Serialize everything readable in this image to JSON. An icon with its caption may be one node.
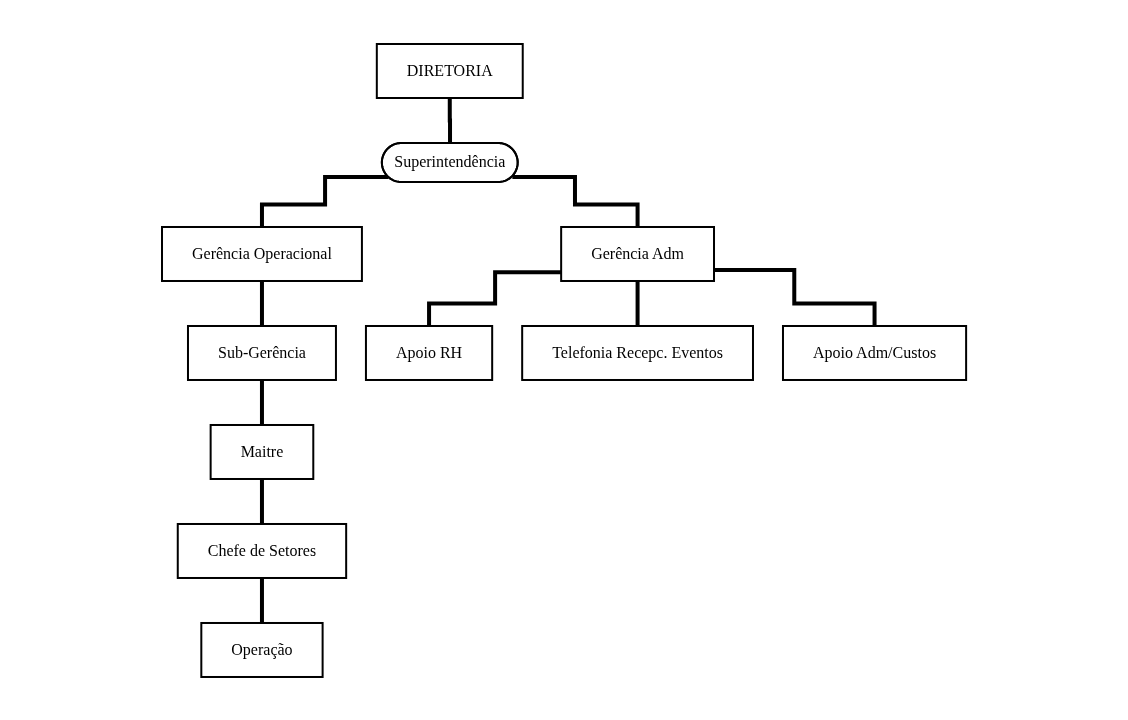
{
  "diagram": {
    "nodes": [
      {
        "text": [
          "DIRETORIA"
        ]
      },
      {
        "text": [
          "Superintendência"
        ]
      },
      {
        "text": [
          "Gerência Adm"
        ]
      },
      {
        "text": [
          "Gerência Operacional"
        ]
      },
      {
        "text": [
          "Sub-Gerência"
        ]
      },
      {
        "text": [
          "Maitre"
        ]
      },
      {
        "text": [
          "Apoio RH"
        ]
      },
      {
        "text": [
          "Telefonia Recepc. Eventos"
        ]
      },
      {
        "text": [
          "Apoio Adm/Custos"
        ]
      },
      {
        "text": [
          "Chefe de Setores"
        ]
      },
      {
        "text": [
          "Operação"
        ]
      }
    ],
    "edges": [
      {
        "from": 0,
        "to": 1,
        "arrow": "none"
      },
      {
        "from": 1,
        "to": 2,
        "arrow": "none"
      },
      {
        "from": 1,
        "to": 3,
        "arrow": "none"
      },
      {
        "from": 3,
        "to": 4,
        "arrow": "none"
      },
      {
        "from": 4,
        "to": 5,
        "arrow": "none"
      },
      {
        "from": 2,
        "to": 6,
        "arrow": "none"
      },
      {
        "from": 2,
        "to": 7,
        "arrow": "none"
      },
      {
        "from": 2,
        "to": 8,
        "arrow": "none"
      },
      {
        "from": 5,
        "to": 9,
        "arrow": "none"
      },
      {
        "from": 9,
        "to": 10,
        "arrow": "none"
      }
    ]
  }
}
